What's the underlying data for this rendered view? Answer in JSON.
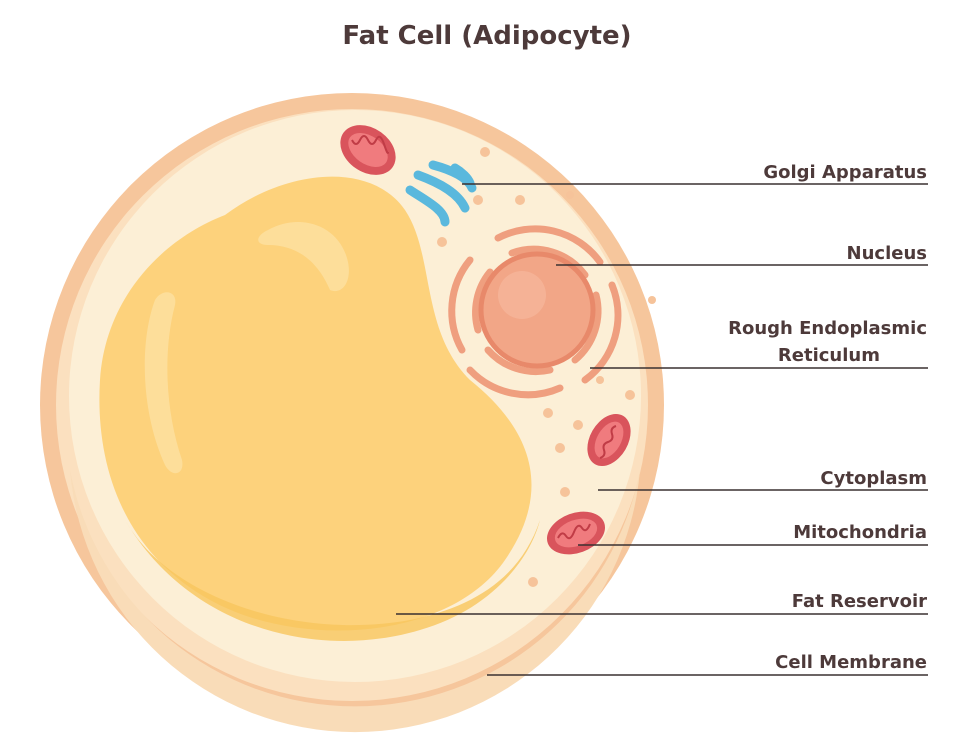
{
  "title": "Fat Cell (Adipocyte)",
  "labels": {
    "golgi": "Golgi Apparatus",
    "nucleus": "Nucleus",
    "rer_line1": "Rough Endoplasmic",
    "rer_line2": "Reticulum",
    "cytoplasm": "Cytoplasm",
    "mitochondria": "Mitochondria",
    "fat_reservoir": "Fat Reservoir",
    "cell_membrane": "Cell Membrane"
  },
  "colors": {
    "membrane_outer": "#f6c69c",
    "membrane_inner": "#fbe3c4",
    "cytoplasm": "#fcefd6",
    "fat_reservoir": "#fdd27c",
    "fat_reservoir_shadow": "#f8c55c",
    "nucleus": "#f2a687",
    "nucleus_rim": "#e8896a",
    "rer": "#ef9f7f",
    "golgi": "#5ab8dd",
    "mitochondria": "#d9545c",
    "granules": "#f6c39a",
    "text": "#4d3a3a",
    "leader_line": "#3a3030"
  }
}
